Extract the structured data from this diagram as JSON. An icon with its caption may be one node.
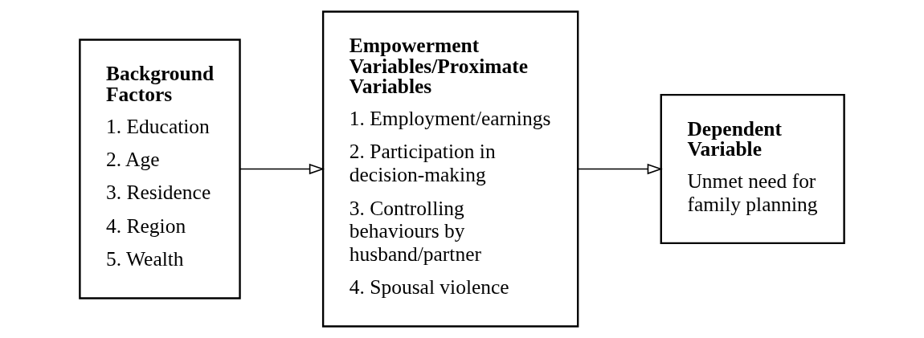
{
  "diagram": {
    "nodes": [
      {
        "text": [
          "Background Factors",
          "1. Education",
          "2. Age",
          "3. Residence",
          "4. Region",
          "5. Wealth"
        ]
      },
      {
        "text": [
          "Empowerment Variables/Proximate Variables",
          "1. Employment/earnings",
          "2. Participation in decision-making",
          "3. Controlling behaviours by husband/partner",
          "4. Spousal violence"
        ]
      },
      {
        "text": [
          "Dependent Variable",
          "Unmet need for family planning"
        ]
      }
    ],
    "edges": [
      {
        "from": 0,
        "to": 1,
        "arrow": "to"
      },
      {
        "from": 1,
        "to": 2,
        "arrow": "to"
      }
    ]
  }
}
